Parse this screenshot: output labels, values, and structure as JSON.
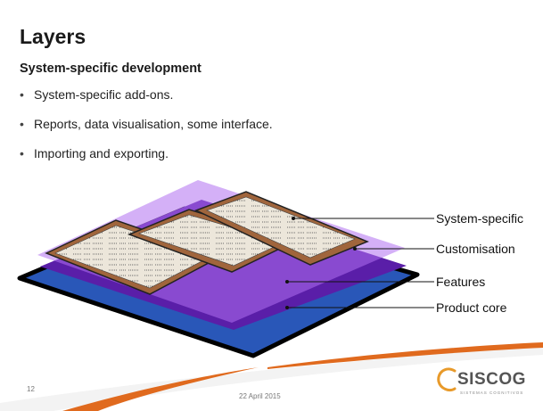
{
  "slide": {
    "title": "Layers",
    "subtitle": "System-specific development",
    "bullets": [
      "System-specific add-ons.",
      "Reports, data visualisation, some interface.",
      "Importing and exporting."
    ],
    "diagram": {
      "labels": [
        "System-specific",
        "Customisation",
        "Features",
        "Product core"
      ],
      "colors": {
        "product_core": "#2957b8",
        "features": "#5a1ea8",
        "customisation_overlay": "#b070f0",
        "card": "#a0653c",
        "paper": "#e8e0d4"
      }
    },
    "footer": {
      "page_number": "12",
      "date": "22 April 2015",
      "logo": "SISCOG",
      "logo_tagline": "SISTEMAS COGNITIVOS"
    }
  }
}
